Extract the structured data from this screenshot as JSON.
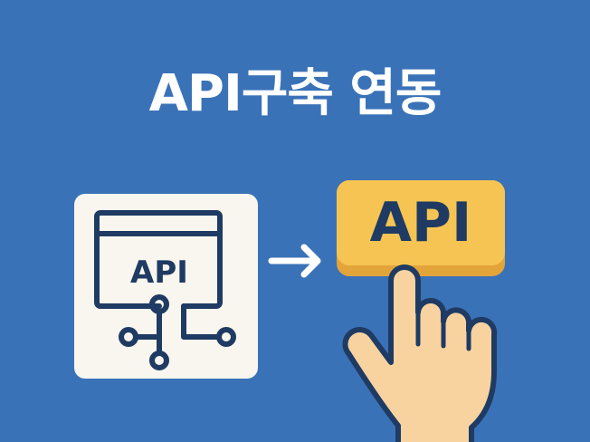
{
  "title": "API구축 연동",
  "card": {
    "label": "API"
  },
  "button": {
    "label": "API"
  },
  "colors": {
    "background": "#3a72b8",
    "card": "#f8f6ee",
    "button": "#f5c452",
    "ink": "#1f3b63",
    "skin": "#f8d3a0"
  },
  "icons": [
    "api-window-icon",
    "arrow-right-icon",
    "pointing-hand-icon"
  ]
}
